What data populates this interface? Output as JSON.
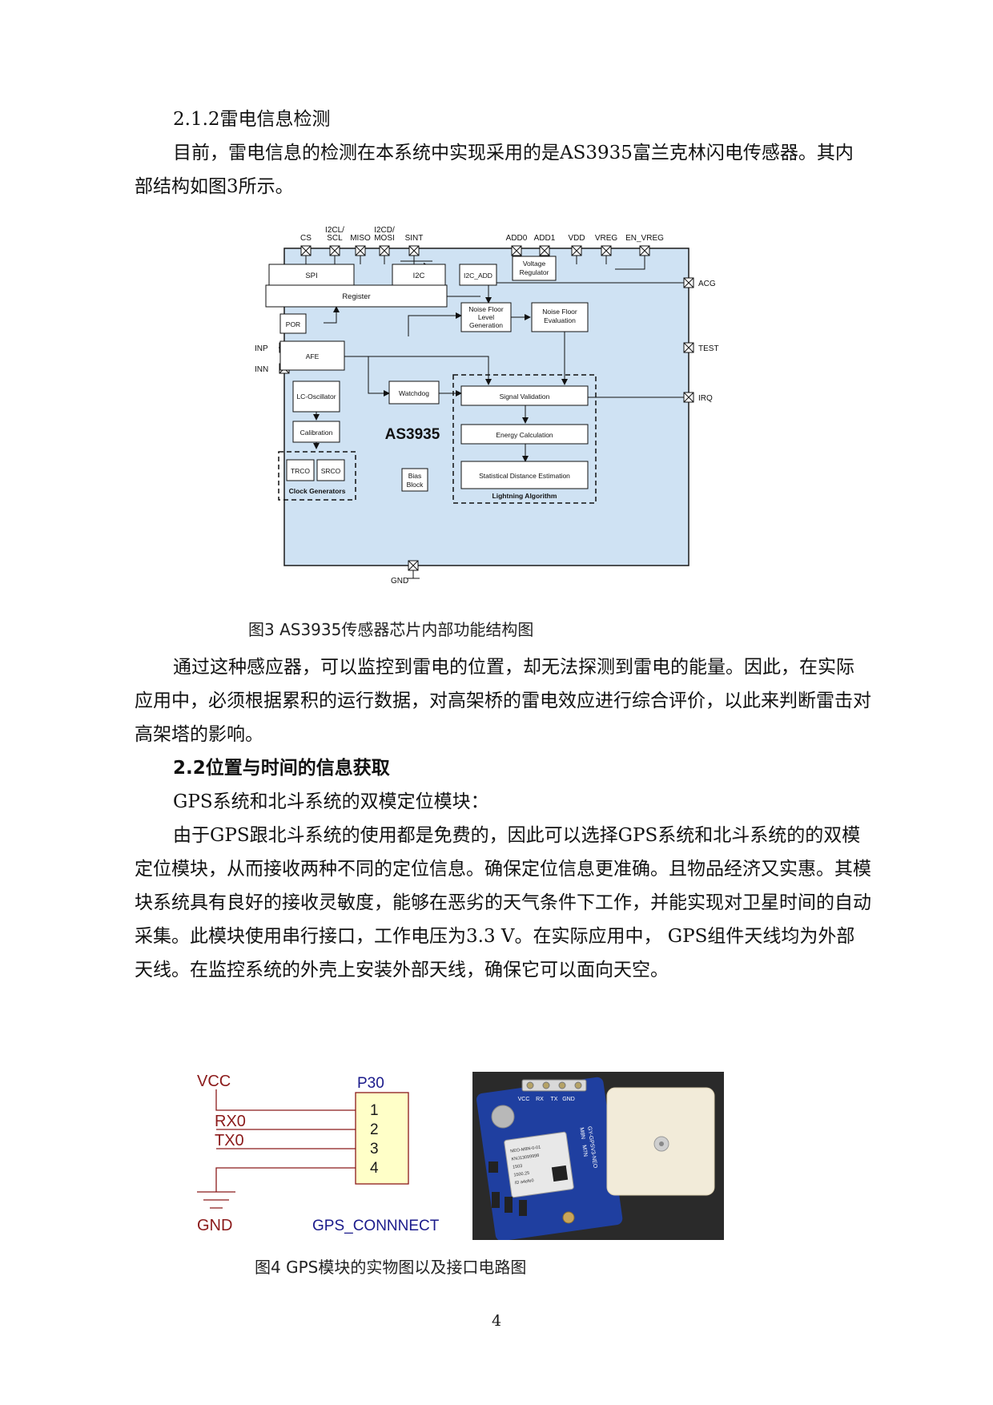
{
  "sections": {
    "s212_title": "2.1.2雷电信息检测",
    "s212_para1": "目前，雷电信息的检测在本系统中实现采用的是AS3935富兰克林闪电传感器。其内部结构如图3所示。",
    "s212_para2": "通过这种感应器，可以监控到雷电的位置，却无法探测到雷电的能量。因此，在实际应用中，必须根据累积的运行数据，对高架桥的雷电效应进行综合评价，以此来判断雷击对高架塔的影响。",
    "s22_title": "2.2位置与时间的信息获取",
    "s22_sub": "GPS系统和北斗系统的双模定位模块：",
    "s22_para1": "由于GPS跟北斗系统的使用都是免费的，因此可以选择GPS系统和北斗系统的的双模定位模块，从而接收两种不同的定位信息。确保定位信息更准确。且物品经济又实惠。其模块系统具有良好的接收灵敏度，能够在恶劣的天气条件下工作，并能实现对卫星时间的自动采集。此模块使用串行接口，工作电压为3.3 V。在实际应用中， GPS组件天线均为外部天线。在监控系统的外壳上安装外部天线，确保它可以面向天空。"
  },
  "figure3": {
    "caption": "图3   AS3935传感器芯片内部功能结构图",
    "chip_name": "AS3935",
    "pins_top": [
      "CS",
      "I2CL/",
      "SCL",
      "MISO",
      "I2CD/",
      "MOSI",
      "SINT",
      "ADD0",
      "ADD1",
      "VDD",
      "VREG",
      "EN_VREG"
    ],
    "pins_side": [
      "INP",
      "INN",
      "ACG",
      "TEST",
      "IRQ",
      "GND"
    ],
    "blocks": {
      "spi": "SPI",
      "i2c": "I2C",
      "i2c_add": "I2C_ADD",
      "voltage_regulator": [
        "Voltage",
        "Regulator"
      ],
      "register": "Register",
      "por": "POR",
      "afe": "AFE",
      "noise_floor_level": [
        "Noise Floor",
        "Level",
        "Generation"
      ],
      "noise_floor_eval": [
        "Noise Floor",
        "Evaluation"
      ],
      "watchdog": "Watchdog",
      "lc_osc": "LC-Oscillator",
      "calibration": "Calibration",
      "trco": "TRCO",
      "srco": "SRCO",
      "clock_gen": "Clock Generators",
      "bias": [
        "Bias",
        "Block"
      ],
      "signal_validation": "Signal Validation",
      "energy_calc": "Energy Calculation",
      "stat_dist": "Statistical Distance Estimation",
      "lightning_algo": "Lightning Algorithm"
    },
    "colors": {
      "chip_fill": "#cfe2f3",
      "chip_border": "#1a1a1a"
    }
  },
  "figure4": {
    "caption": "图4 GPS模块的实物图以及接口电路图",
    "schematic": {
      "vcc": "VCC",
      "rx": "RX0",
      "tx": "TX0",
      "gnd": "GND",
      "connector": "P30",
      "pins": [
        "1",
        "2",
        "3",
        "4"
      ],
      "net_name": "GPS_CONNNECT",
      "colors": {
        "wire": "#8b1a1a",
        "connector_fill": "#ffffc8",
        "label_blue": "#1a1a8b"
      }
    },
    "photo": {
      "header_labels": [
        "VCC",
        "RX",
        "TX",
        "GND"
      ],
      "chip_text": [
        "NEO-M8N-0-01",
        "KNJ13099998",
        "1503",
        "1500.25",
        "ID a4efe0"
      ],
      "side_label": [
        "GY-GPSV3-NEO",
        "M8N",
        "M7N"
      ],
      "colors": {
        "pcb": "#1f3fa0",
        "antenna": "#f2ebd9"
      }
    }
  },
  "page_number": "4"
}
